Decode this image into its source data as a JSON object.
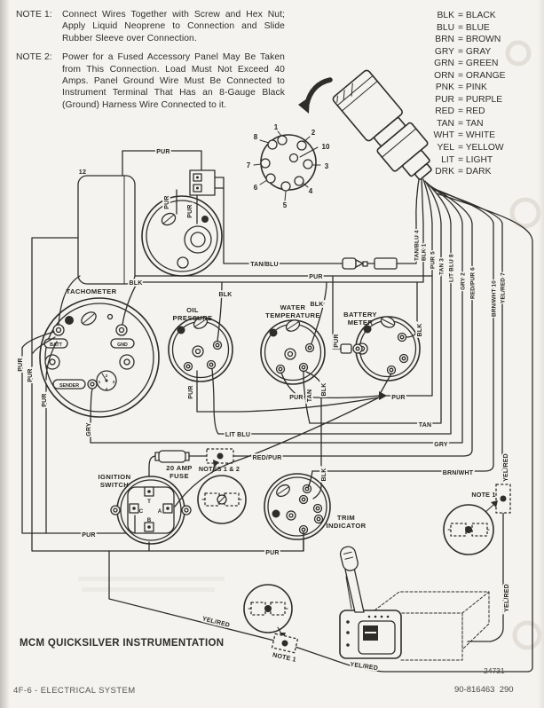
{
  "page": {
    "caption": "MCM QUICKSILVER INSTRUMENTATION",
    "footer_left": "4F-6 - ELECTRICAL SYSTEM",
    "footer_right": "90-816463  290",
    "figure_number": "24731",
    "item_number": "12"
  },
  "notes": {
    "note1_label": "NOTE 1:",
    "note1_text": "Connect Wires Together with Screw and Hex Nut; Apply Liquid Neoprene to Connection and Slide Rubber Sleeve over Connection.",
    "note2_label": "NOTE 2:",
    "note2_text": "Power for a Fused Accessory Panel May Be Taken from This Connection. Load Must Not Exceed 40 Amps. Panel Ground Wire Must Be Connected to Instrument Terminal That Has an 8-Gauge Black (Ground) Harness Wire Connected to it."
  },
  "legend": {
    "rows": [
      {
        "abbr": "BLK",
        "rest": "= BLACK"
      },
      {
        "abbr": "BLU",
        "rest": "= BLUE"
      },
      {
        "abbr": "BRN",
        "rest": "= BROWN"
      },
      {
        "abbr": "GRY",
        "rest": "= GRAY"
      },
      {
        "abbr": "GRN",
        "rest": "= GREEN"
      },
      {
        "abbr": "ORN",
        "rest": "= ORANGE"
      },
      {
        "abbr": "PNK",
        "rest": "= PINK"
      },
      {
        "abbr": "PUR",
        "rest": "= PURPLE"
      },
      {
        "abbr": "RED",
        "rest": "= RED"
      },
      {
        "abbr": "TAN",
        "rest": "= TAN"
      },
      {
        "abbr": "WHT",
        "rest": "= WHITE"
      },
      {
        "abbr": "YEL",
        "rest": "= YELLOW"
      },
      {
        "abbr": "LIT",
        "rest": "= LIGHT"
      },
      {
        "abbr": "DRK",
        "rest": "= DARK"
      }
    ]
  },
  "connector_pins": [
    "1",
    "2",
    "10",
    "3",
    "4",
    "5",
    "6",
    "7",
    "8"
  ],
  "harness_labels": [
    "TAN/BLU 4",
    "BLK 1",
    "PUR 5",
    "TAN 3",
    "LIT BLU 8",
    "GRY 2",
    "RED/PUR 6",
    "BRN/WHT 10",
    "YEL/RED 7"
  ],
  "gauges": {
    "tachometer": "TACHOMETER",
    "batt": "BATT",
    "gnd": "GND",
    "sender": "SENDER",
    "dial": [
      "1",
      "2",
      "3",
      "4"
    ],
    "oil_line1": "OIL",
    "oil_line2": "PRESSURE",
    "water_line1": "WATER",
    "water_line2": "TEMPERATURE",
    "battery_line1": "BATTERY",
    "battery_line2": "METER",
    "trim_line1": "TRIM",
    "trim_line2": "INDICATOR"
  },
  "ignition": {
    "line1": "IGNITION",
    "line2": "SWITCH",
    "t": "T",
    "c": "C",
    "a": "A",
    "b": "B"
  },
  "fuse": {
    "line1": "20 AMP",
    "line2": "FUSE"
  },
  "callouts": {
    "notes_1_2": "NOTES 1 & 2",
    "note_1_right": "NOTE 1",
    "note_1_bottom": "NOTE 1"
  },
  "wires": {
    "pur_dist_top": "PUR",
    "pur_dist_a": "PUR",
    "pur_dist_b": "PUR",
    "tan_blu": "TAN/BLU",
    "pur_mid": "PUR",
    "blk_tach": "BLK",
    "blk_oil": "BLK",
    "blk_water": "BLK",
    "blk_batt": "BLK",
    "pur_batt": "PUR",
    "pur_tach_1": "PUR",
    "pur_tach_2": "PUR",
    "pur_tach_3": "PUR",
    "gry_tach": "GRY",
    "pur_oil": "PUR",
    "pur_water": "PUR",
    "tan_water": "TAN",
    "blk_down": "BLK",
    "lit_blu": "LIT BLU",
    "red_pur": "RED/PUR",
    "pur_right": "PUR",
    "tan_right": "TAN",
    "gry_right": "GRY",
    "brn_wht": "BRN/WHT",
    "yel_red_right": "YEL/RED",
    "yel_red_mid": "YEL/RED",
    "pur_ign": "PUR",
    "pur_trim": "PUR",
    "blk_trim": "BLK",
    "yel_red_diag": "YEL/RED",
    "yel_red_bottom": "YEL/RED"
  }
}
